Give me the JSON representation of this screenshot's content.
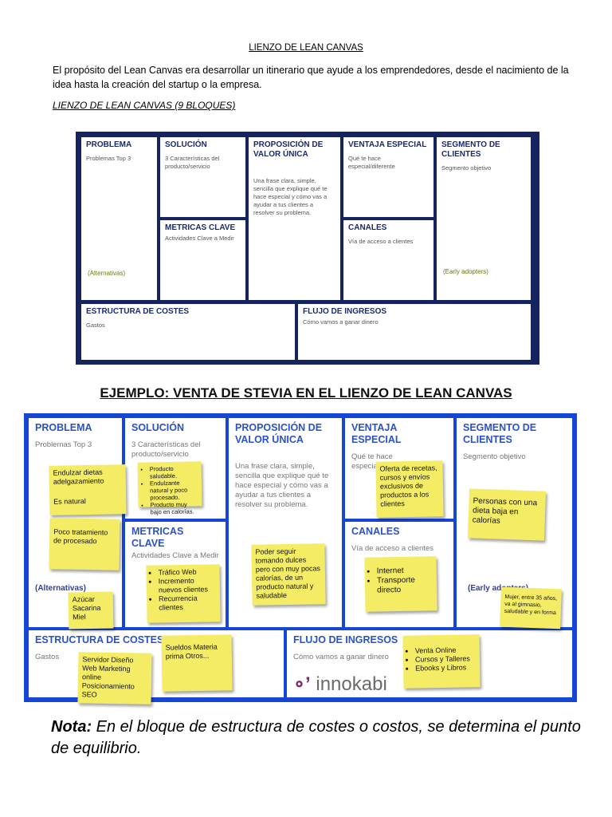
{
  "doc": {
    "title": "LIENZO DE LEAN CANVAS",
    "intro": "El propósito del Lean Canvas era desarrollar un itinerario que ayude a los emprendedores, desde el nacimiento de la idea hasta la creación del startup o la empresa.",
    "subtitle": "LIENZO DE LEAN CANVAS (9 BLOQUES)",
    "example_title": "EJEMPLO: VENTA DE STEVIA EN EL LIENZO DE LEAN CANVAS",
    "note_label": "Nota:",
    "note_text": " En el bloque de estructura de costes o costos, se determina el punto de equilibrio."
  },
  "canvas": {
    "problema": {
      "title": "PROBLEMA",
      "sub": "Problemas Top 3",
      "extra": "(Alternativas)"
    },
    "solucion": {
      "title": "SOLUCIÓN",
      "sub": "3 Características del producto/servicio"
    },
    "propuesta": {
      "title": "PROPOSICIÓN DE VALOR ÚNICA",
      "sub": "Una frase clara, simple, sencilla que explique qué te hace especial y cómo vas a ayudar a tus clientes a resolver su problema."
    },
    "ventaja": {
      "title": "VENTAJA ESPECIAL",
      "sub": "Qué te hace especial/diferente"
    },
    "segmento": {
      "title": "SEGMENTO DE CLIENTES",
      "sub": "Segmento objetivo",
      "extra": "(Early adopters)"
    },
    "metricas": {
      "title": "METRICAS CLAVE",
      "sub": "Actividades Clave a Medir"
    },
    "canales": {
      "title": "CANALES",
      "sub": "Vía de acceso a clientes"
    },
    "costes": {
      "title": "ESTRUCTURA DE COSTES",
      "sub": "Gastos"
    },
    "ingresos": {
      "title": "FLUJO DE INGRESOS",
      "sub": "Cómo vamos a ganar dinero"
    }
  },
  "example_notes": {
    "problema_1": "Endulzar dietas adelgazamiento",
    "problema_2": "Es natural",
    "problema_3": "Poco tratamiento de procesado",
    "alternativas": "Azúcar Sacarina Miel",
    "solucion_items": [
      "Producto saludable.",
      "Endulzante natural y poco procesado.",
      "Producto muy bajo en calorías."
    ],
    "propuesta": "Poder seguir tomando dulces pero con muy pocas calorías, de un producto natural y saludable",
    "ventaja": "Oferta de recetas, cursos y envíos exclusivos de productos a los clientes",
    "segmento": "Personas con una dieta baja en calorías",
    "early": "Mujer, entre 35 años, va al gimnasio, saludable y en forma",
    "metricas_items": [
      "Tráfico Web",
      "Incremento nuevos clientes",
      "Recurrencia clientes"
    ],
    "canales_items": [
      "Internet",
      "Transporte directo"
    ],
    "costes_1": "Servidor Diseño Web Marketing online Posicionamiento SEO",
    "costes_2": "Sueldos Materia prima Otros...",
    "ingresos_items": [
      "Venta Online",
      "Cursos y Talleres",
      "Ebooks y Libros"
    ],
    "logo_text": "innokabi"
  },
  "colors": {
    "canvas_border": "#15235e",
    "example_border": "#1646d6",
    "sticky": "#f4ec64"
  }
}
